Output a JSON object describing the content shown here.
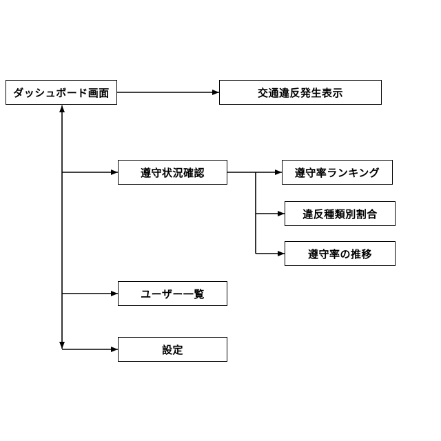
{
  "nodes": {
    "dashboard": "ダッシュボード画面",
    "violation_display": "交通違反発生表示",
    "compliance_check": "遵守状況確認",
    "compliance_ranking": "遵守率ランキング",
    "violation_type_ratio": "違反種類別割合",
    "compliance_trend": "遵守率の推移",
    "user_list": "ユーザー一覧",
    "settings": "設定"
  },
  "colors": {
    "line": "#000000",
    "box_border": "#000000",
    "background": "#ffffff"
  }
}
